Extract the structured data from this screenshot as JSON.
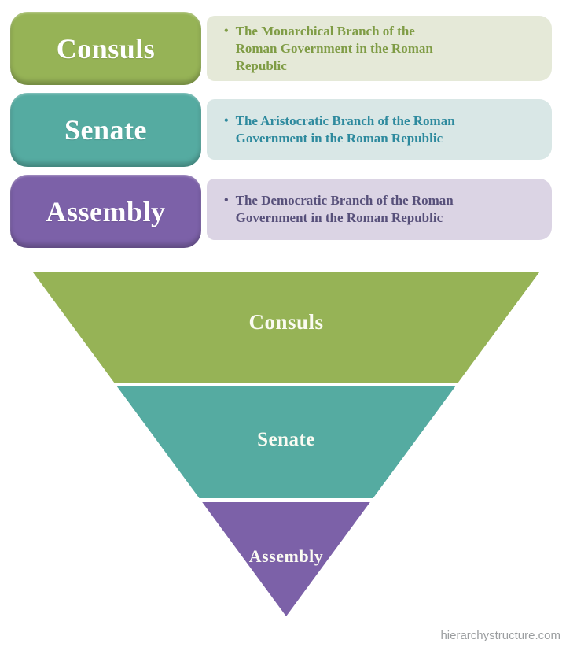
{
  "rows": [
    {
      "label": "Consuls",
      "bullet": "•",
      "desc_lines": [
        "The Monarchical Branch of the",
        "Roman Government in the Roman",
        "Republic"
      ],
      "box_color": "#96B356",
      "desc_bg": "#E5E9D8",
      "desc_text_color": "#7F9C45"
    },
    {
      "label": "Senate",
      "bullet": "•",
      "desc_lines": [
        "The Aristocratic Branch of the Roman",
        "Government in the Roman Republic"
      ],
      "box_color": "#55ABA1",
      "desc_bg": "#D9E7E6",
      "desc_text_color": "#2E8A9E"
    },
    {
      "label": "Assembly",
      "bullet": "•",
      "desc_lines": [
        "The Democratic Branch of the Roman",
        "Government in the Roman Republic"
      ],
      "box_color": "#7C61A8",
      "desc_bg": "#DBD4E4",
      "desc_text_color": "#57507A"
    }
  ],
  "funnel": {
    "segments": [
      {
        "label": "Consuls",
        "color": "#96B356"
      },
      {
        "label": "Senate",
        "color": "#55ABA1"
      },
      {
        "label": "Assembly",
        "color": "#7C61A8"
      }
    ]
  },
  "footer": {
    "watermark": "hierarchystructure.com"
  }
}
